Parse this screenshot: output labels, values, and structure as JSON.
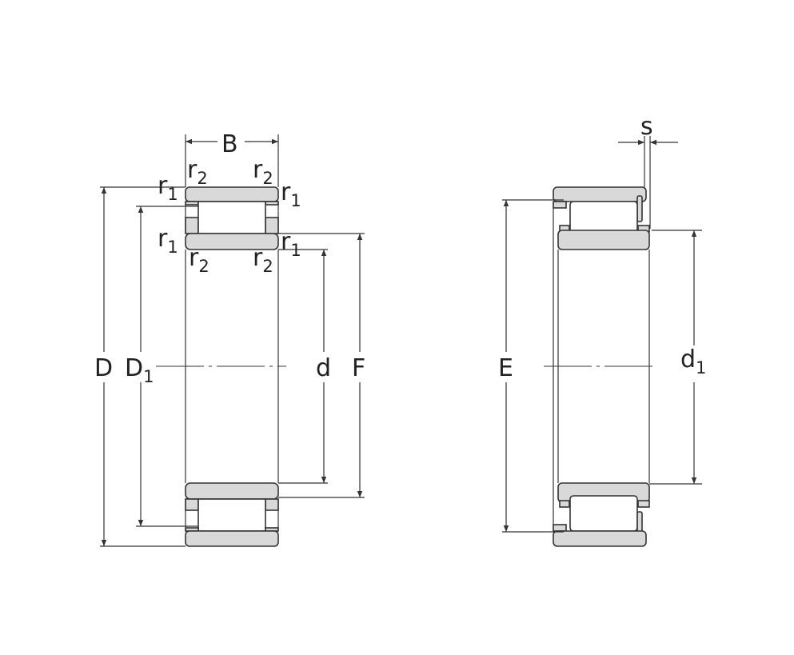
{
  "title": "Cylindrical roller bearing dimension drawing",
  "left_view": {
    "labels": {
      "B": "B",
      "D": "D",
      "D1_main": "D",
      "D1_sub": "1",
      "d": "d",
      "F": "F",
      "r1_main": "r",
      "r1_sub": "1",
      "r2_main": "r",
      "r2_sub": "2"
    }
  },
  "right_view": {
    "labels": {
      "s": "s",
      "E": "E",
      "d1_main": "d",
      "d1_sub": "1"
    }
  },
  "colors": {
    "ring_fill": "#d9d9d9",
    "line": "#333333"
  }
}
